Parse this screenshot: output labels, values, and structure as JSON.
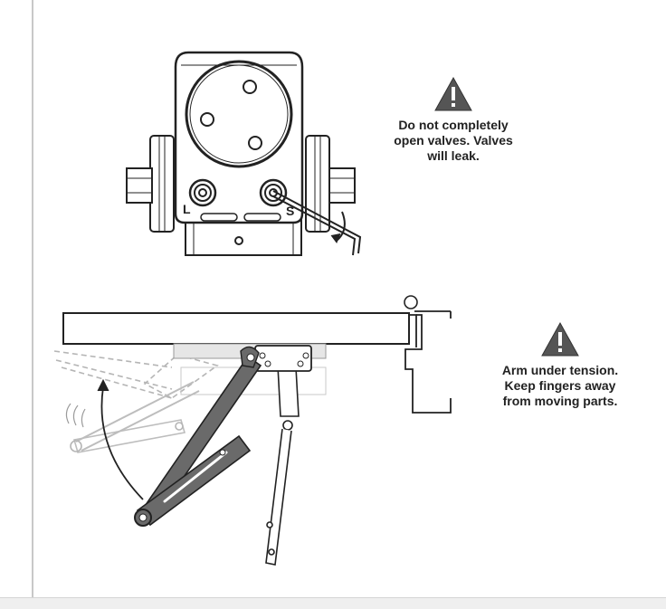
{
  "warnings": {
    "valves": {
      "icon": "warning-triangle-icon",
      "lines": [
        "Do not completely",
        "open valves. Valves",
        "will leak."
      ]
    },
    "arm": {
      "icon": "warning-triangle-icon",
      "lines": [
        "Arm under tension.",
        "Keep fingers away",
        "from moving parts."
      ]
    }
  },
  "valve_labels": {
    "left": "L",
    "right": "S"
  },
  "colors": {
    "warning_fill": "#555555",
    "line": "#222222",
    "ghost": "#b5b5b5",
    "arm": "#6a6a6a"
  }
}
